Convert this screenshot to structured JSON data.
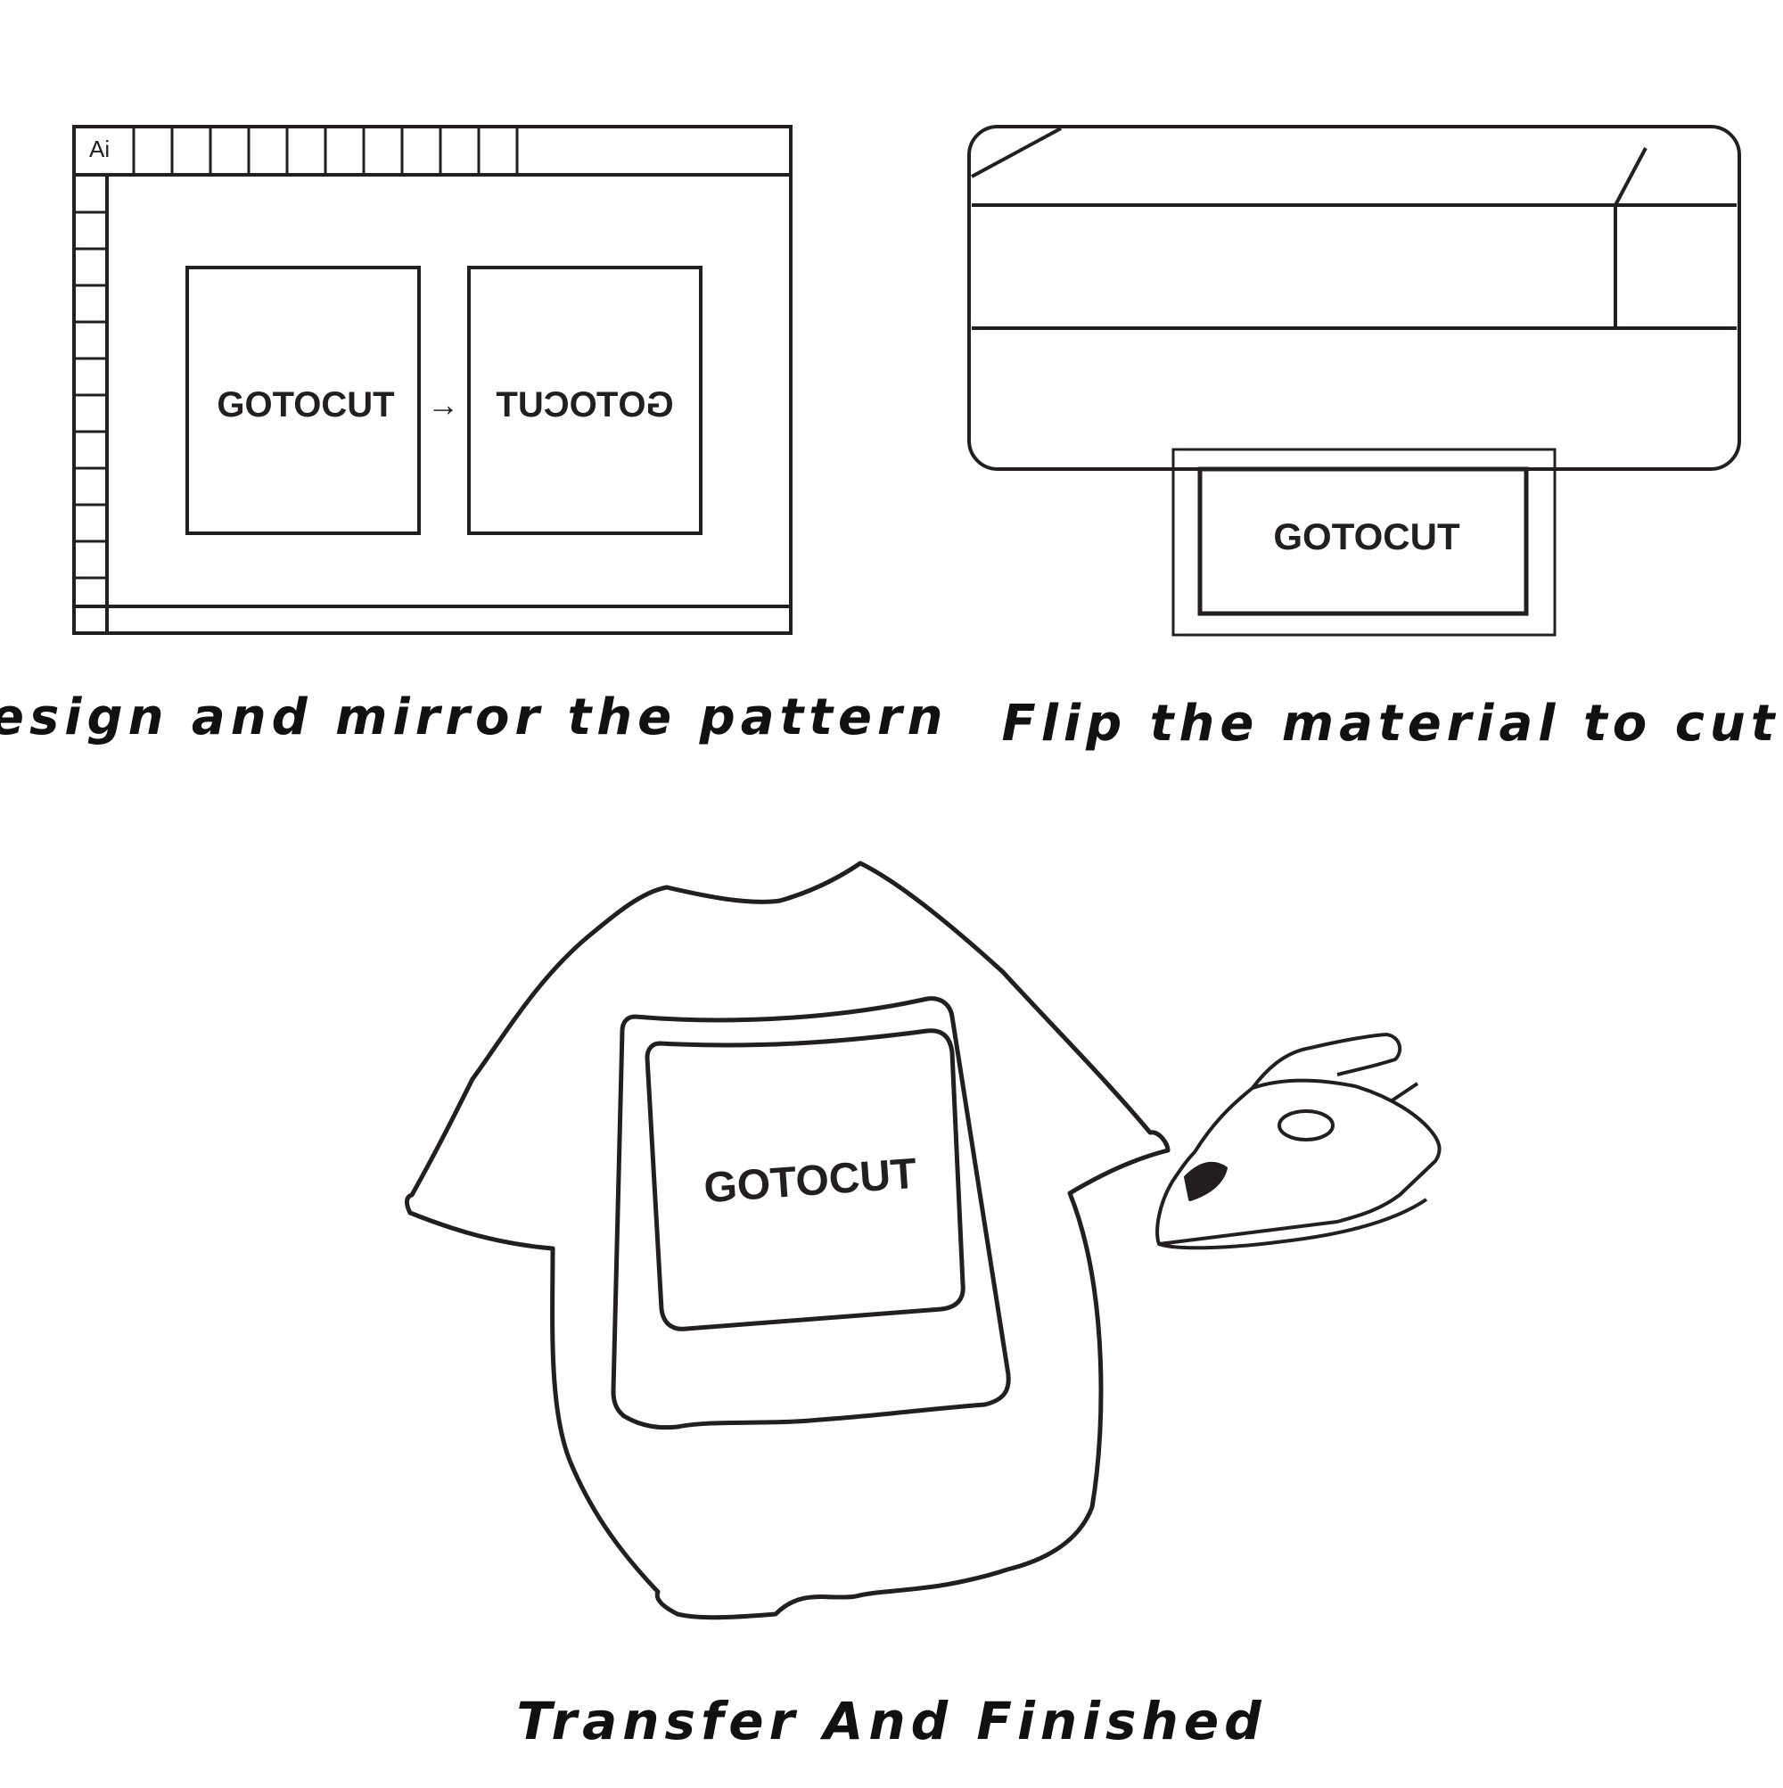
{
  "colors": {
    "stroke": "#231f20",
    "background": "#ffffff"
  },
  "step1": {
    "app_badge": "Ai",
    "original_text": "GOTOCUT",
    "mirrored_text": "GOTOCUT",
    "arrow": "→",
    "caption": "Design and mirror the pattern"
  },
  "step2": {
    "material_text": "GOTOCUT",
    "caption": "Flip the material to cut"
  },
  "step3": {
    "shirt_text": "GOTOCUT",
    "caption": "Transfer And Finished"
  },
  "icons": [
    "cutting-machine-icon",
    "tshirt-icon",
    "iron-icon",
    "arrow-right-icon"
  ]
}
